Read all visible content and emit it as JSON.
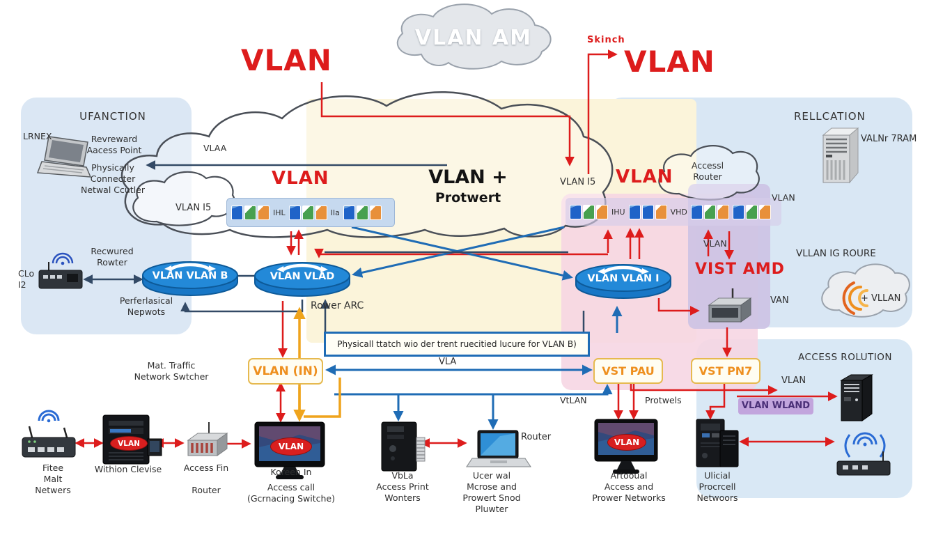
{
  "colors": {
    "red": "#dd1c1c",
    "blue": "#1f6cb5",
    "navy": "#334a66",
    "yellow": "#efa41d",
    "orange_text": "#ee8f1e",
    "panel_blue": "#dbe7f4",
    "cream": "#fbf4da",
    "pink": "#f7d9e4",
    "purple": "#cfc4e4"
  },
  "top": {
    "cloud_label": "VLAN AM",
    "vlan_left": "VLAN",
    "skinch": "Skinch",
    "vlan_right": "VLAN"
  },
  "left_section": {
    "title": "UFANCTION",
    "laptop_label": "LRNEX",
    "note1": "Revreward\nAacess Point",
    "note2": "Physically\nConnecter\nNetwal Ccutler",
    "vlaa": "VLAA",
    "cloud_label": "VLAN I5",
    "vlan_red": "VLAN",
    "wifi_note": "Recwured\nRowter",
    "wifi_label": "CLo\nI2",
    "under_router": "Perferlasical\nNepwots"
  },
  "center_section": {
    "heading1": "VLAN +",
    "heading2": "Protwert",
    "router_note": "Rower ARC",
    "info_box": "Physicall ttatch wio der trent ruecitied lucure for VLAN B)",
    "vla": "VLA",
    "mat_traffic": "Mat. Traffic\nNetwork Swtcher"
  },
  "right_section": {
    "strip_label": "VLAN I5",
    "vlan_red": "VLAN",
    "access_router": "Accessl\nRouter",
    "strip_far_vlan": "VLAN",
    "title": "RELLCATION",
    "server_label": "VALNr 7RAM",
    "vist_vlan": "VLAN",
    "vist_amd": "VIST AMD",
    "van": "VAN",
    "roure_title": "VLLAN IG ROURE",
    "cloud_wifi": "+ VLLAN",
    "access_rolution": "ACCESS ROLUTION",
    "vlan_label": "VLAN",
    "vtlan": "VtLAN",
    "protwels": "Protwels",
    "vlan_wland": "VLAN WLAND"
  },
  "strips": {
    "left": {
      "l1": "IHL",
      "l2": "IIa"
    },
    "right": {
      "l1": "IHU",
      "l2": "VHD"
    }
  },
  "routers": {
    "r1": "VLAN VLAN B",
    "r2": "VLAN VLAD",
    "r3": "VLAN VLAN I"
  },
  "boxes": {
    "vlan_in": "VLAN (IN)",
    "vst_pau": "VST PAU",
    "vst_pn7": "VST PN7"
  },
  "badges": {
    "vlan": "VLAN"
  },
  "bottom": {
    "devices": [
      {
        "label": "Fitee\nMalt\nNetwers"
      },
      {
        "label": "Withion Clevise"
      },
      {
        "label": "Access Fin",
        "sub": "Router"
      },
      {
        "label": "Koreen In",
        "sub": "Access call\n(Gcrnacing Switche)"
      },
      {
        "label": "VbLa\nAccess Print\nWonters"
      },
      {
        "label": "Ucer wal\nMcrose and\nProwert Snod\nPluwter"
      },
      {
        "label": "Router"
      },
      {
        "label": "Artooual\nAccess and\nPrower Networks"
      },
      {
        "label": "Ulicial\nProcrcell\nNetwoors"
      }
    ]
  }
}
